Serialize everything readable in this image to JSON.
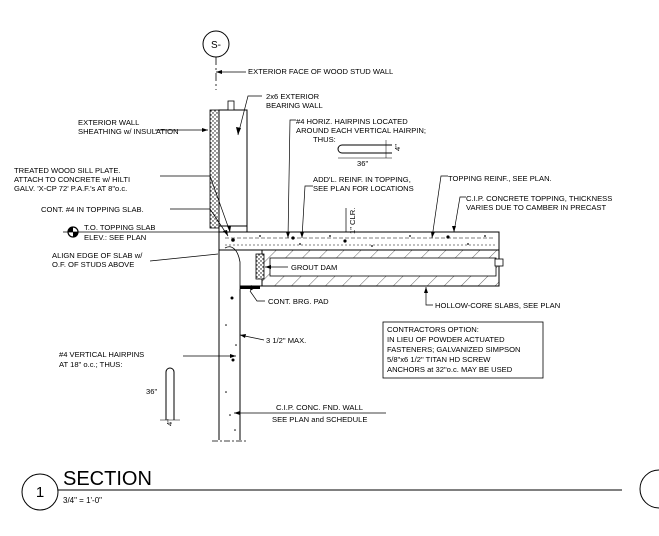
{
  "grid_bubble": {
    "label": "S-"
  },
  "labels": {
    "exterior_face": "EXTERIOR FACE OF WOOD STUD WALL",
    "ext_bearing_1": "2x6 EXTERIOR",
    "ext_bearing_2": "BEARING WALL",
    "ext_wall_1": "EXTERIOR WALL",
    "ext_wall_2": "SHEATHING w/ INSULATION",
    "horiz_hairpin_1": "#4 HORIZ. HAIRPINS LOCATED",
    "horiz_hairpin_2": "AROUND EACH VERTICAL HAIRPIN;",
    "horiz_hairpin_3": "THUS:",
    "dim_36_top": "36\"",
    "dim_4_top": "4\"",
    "sill_1": "TREATED WOOD SILL PLATE.",
    "sill_2": "ATTACH TO CONCRETE w/ HILTI",
    "sill_3": "GALV. 'X-CP 72' P.A.F.'s AT 8\"o.c.",
    "addl_reinf_1": "ADD'L. REINF. IN TOPPING,",
    "addl_reinf_2": "SEE PLAN FOR LOCATIONS",
    "topping_reinf": "TOPPING REINF., SEE PLAN.",
    "cip_topping_1": "C.I.P. CONCRETE TOPPING, THICKNESS",
    "cip_topping_2": "VARIES DUE TO CAMBER IN PRECAST",
    "cont4": "CONT. #4 IN TOPPING SLAB.",
    "clr": "1\" CLR.",
    "to_topping_1": "T.O. TOPPING SLAB",
    "to_topping_2": "ELEV.: SEE PLAN",
    "align_1": "ALIGN EDGE OF SLAB w/",
    "align_2": "O.F. OF STUDS ABOVE",
    "grout_dam": "GROUT DAM",
    "brg_pad": "CONT. BRG. PAD",
    "hollow_core": "HOLLOW-CORE SLABS, SEE PLAN",
    "max": "3 1/2\" MAX.",
    "vert_hairpin_1": "#4 VERTICAL HAIRPINS",
    "vert_hairpin_2": "AT 18\" o.c.; THUS:",
    "dim_36_left": "36\"",
    "dim_4_left": "4\"",
    "fnd_wall_1": "C.I.P. CONC. FND. WALL",
    "fnd_wall_2": "SEE PLAN and SCHEDULE",
    "contractor_1": "CONTRACTORS OPTION:",
    "contractor_2": "IN LIEU OF POWDER ACTUATED",
    "contractor_3": "FASTENERS; GALVANIZED SIMPSON",
    "contractor_4": "5/8\"x6 1/2\" TITAN HD SCREW",
    "contractor_5": "ANCHORS at 32\"o.c. MAY BE USED"
  },
  "title_block": {
    "number": "1",
    "title": "SECTION",
    "scale": "3/4\" = 1'-0\""
  }
}
